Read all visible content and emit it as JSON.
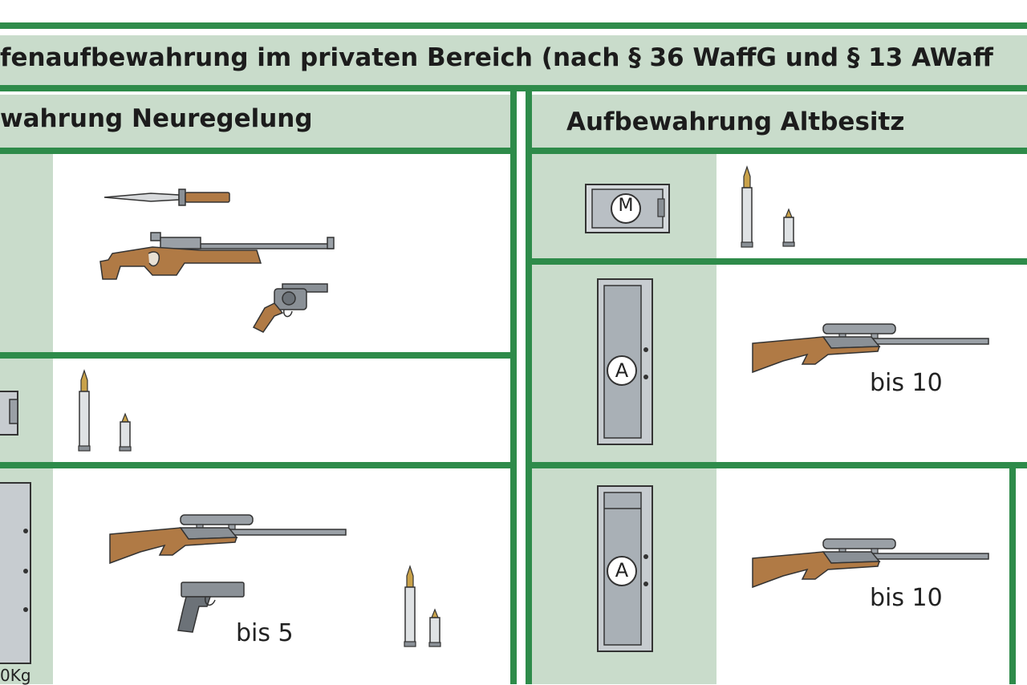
{
  "title": "fenaufbewahrung im privaten Bereich (nach § 36 WaffG und § 13 AWaff",
  "left_section": {
    "heading": "wahrung Neuregelung",
    "row3_quantity": "bis 5",
    "row3_weight": "0Kg"
  },
  "right_section": {
    "heading": "Aufbewahrung Altbesitz",
    "row1_safe_badge": "M",
    "row2_safe_badge": "A",
    "row2_quantity": "bis 10",
    "row3_safe_badge": "A",
    "row3_quantity": "bis 10"
  },
  "colors": {
    "frame_green": "#2e8b4a",
    "sage_panel": "#c9dccb",
    "wood": "#b07a45",
    "metal": "#8a9096"
  },
  "icons": [
    "bayonet-icon",
    "sport-rifle-icon",
    "revolver-icon",
    "cartridge-icon",
    "safe-icon",
    "gun-cabinet-icon",
    "hunting-rifle-icon",
    "pistol-icon"
  ]
}
